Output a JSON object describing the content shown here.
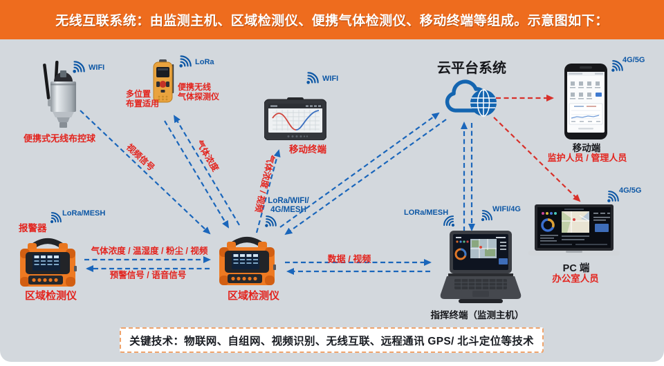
{
  "header": {
    "title": "无线互联系统：由监测主机、区域检测仪、便携气体检测仪、移动终端等组成。示意图如下："
  },
  "cloud": {
    "label": "云平台系统"
  },
  "devices": {
    "camera": {
      "label": "便携式无线布控球",
      "signal": "WIFI"
    },
    "gas_detector": {
      "label_line1": "便携无线",
      "label_line2": "气体探测仪",
      "note_line1": "多位置",
      "note_line2": "布置适用",
      "signal": "LoRa"
    },
    "tablet": {
      "label": "移动终端",
      "signal": "WIFI"
    },
    "phone": {
      "label": "移动端",
      "role": "监护人员 / 管理人员",
      "signal": "4G/5G"
    },
    "alarm": {
      "label": "报警器",
      "signal": "LoRa/MESH"
    },
    "area_detector_left": {
      "label": "区域检测仪"
    },
    "area_detector_center": {
      "label": "区域检测仪",
      "signal_line1": "LoRa/WIFI/",
      "signal_line2": "4G/MESH"
    },
    "command_terminal": {
      "label": "指挥终端（监测主机）",
      "signal_left": "LORa/MESH",
      "signal_right": "WIFI/4G"
    },
    "pc": {
      "label": "PC 端",
      "role": "办公室人员",
      "signal": "4G/5G"
    }
  },
  "links": {
    "video_signal": "视频信号",
    "gas_concentration": "气体浓度",
    "gas_video": "气体浓度 / 视频",
    "sensor_data": "气体浓度 / 温湿度 / 粉尘 / 视频",
    "warning": "预警信号 / 语音信号",
    "data_video": "数据 / 视频"
  },
  "footer": {
    "text": "关键技术：物联网、自组网、视频识别、无线互联、远程通讯 GPS/ 北斗定位等技术"
  },
  "colors": {
    "header_orange": "#ee6c1e",
    "arrow_blue": "#1a66bb",
    "arrow_red": "#d8302a",
    "label_red": "#e3241e",
    "signal_blue": "#0d57a5",
    "background": "#d3d8dd"
  }
}
